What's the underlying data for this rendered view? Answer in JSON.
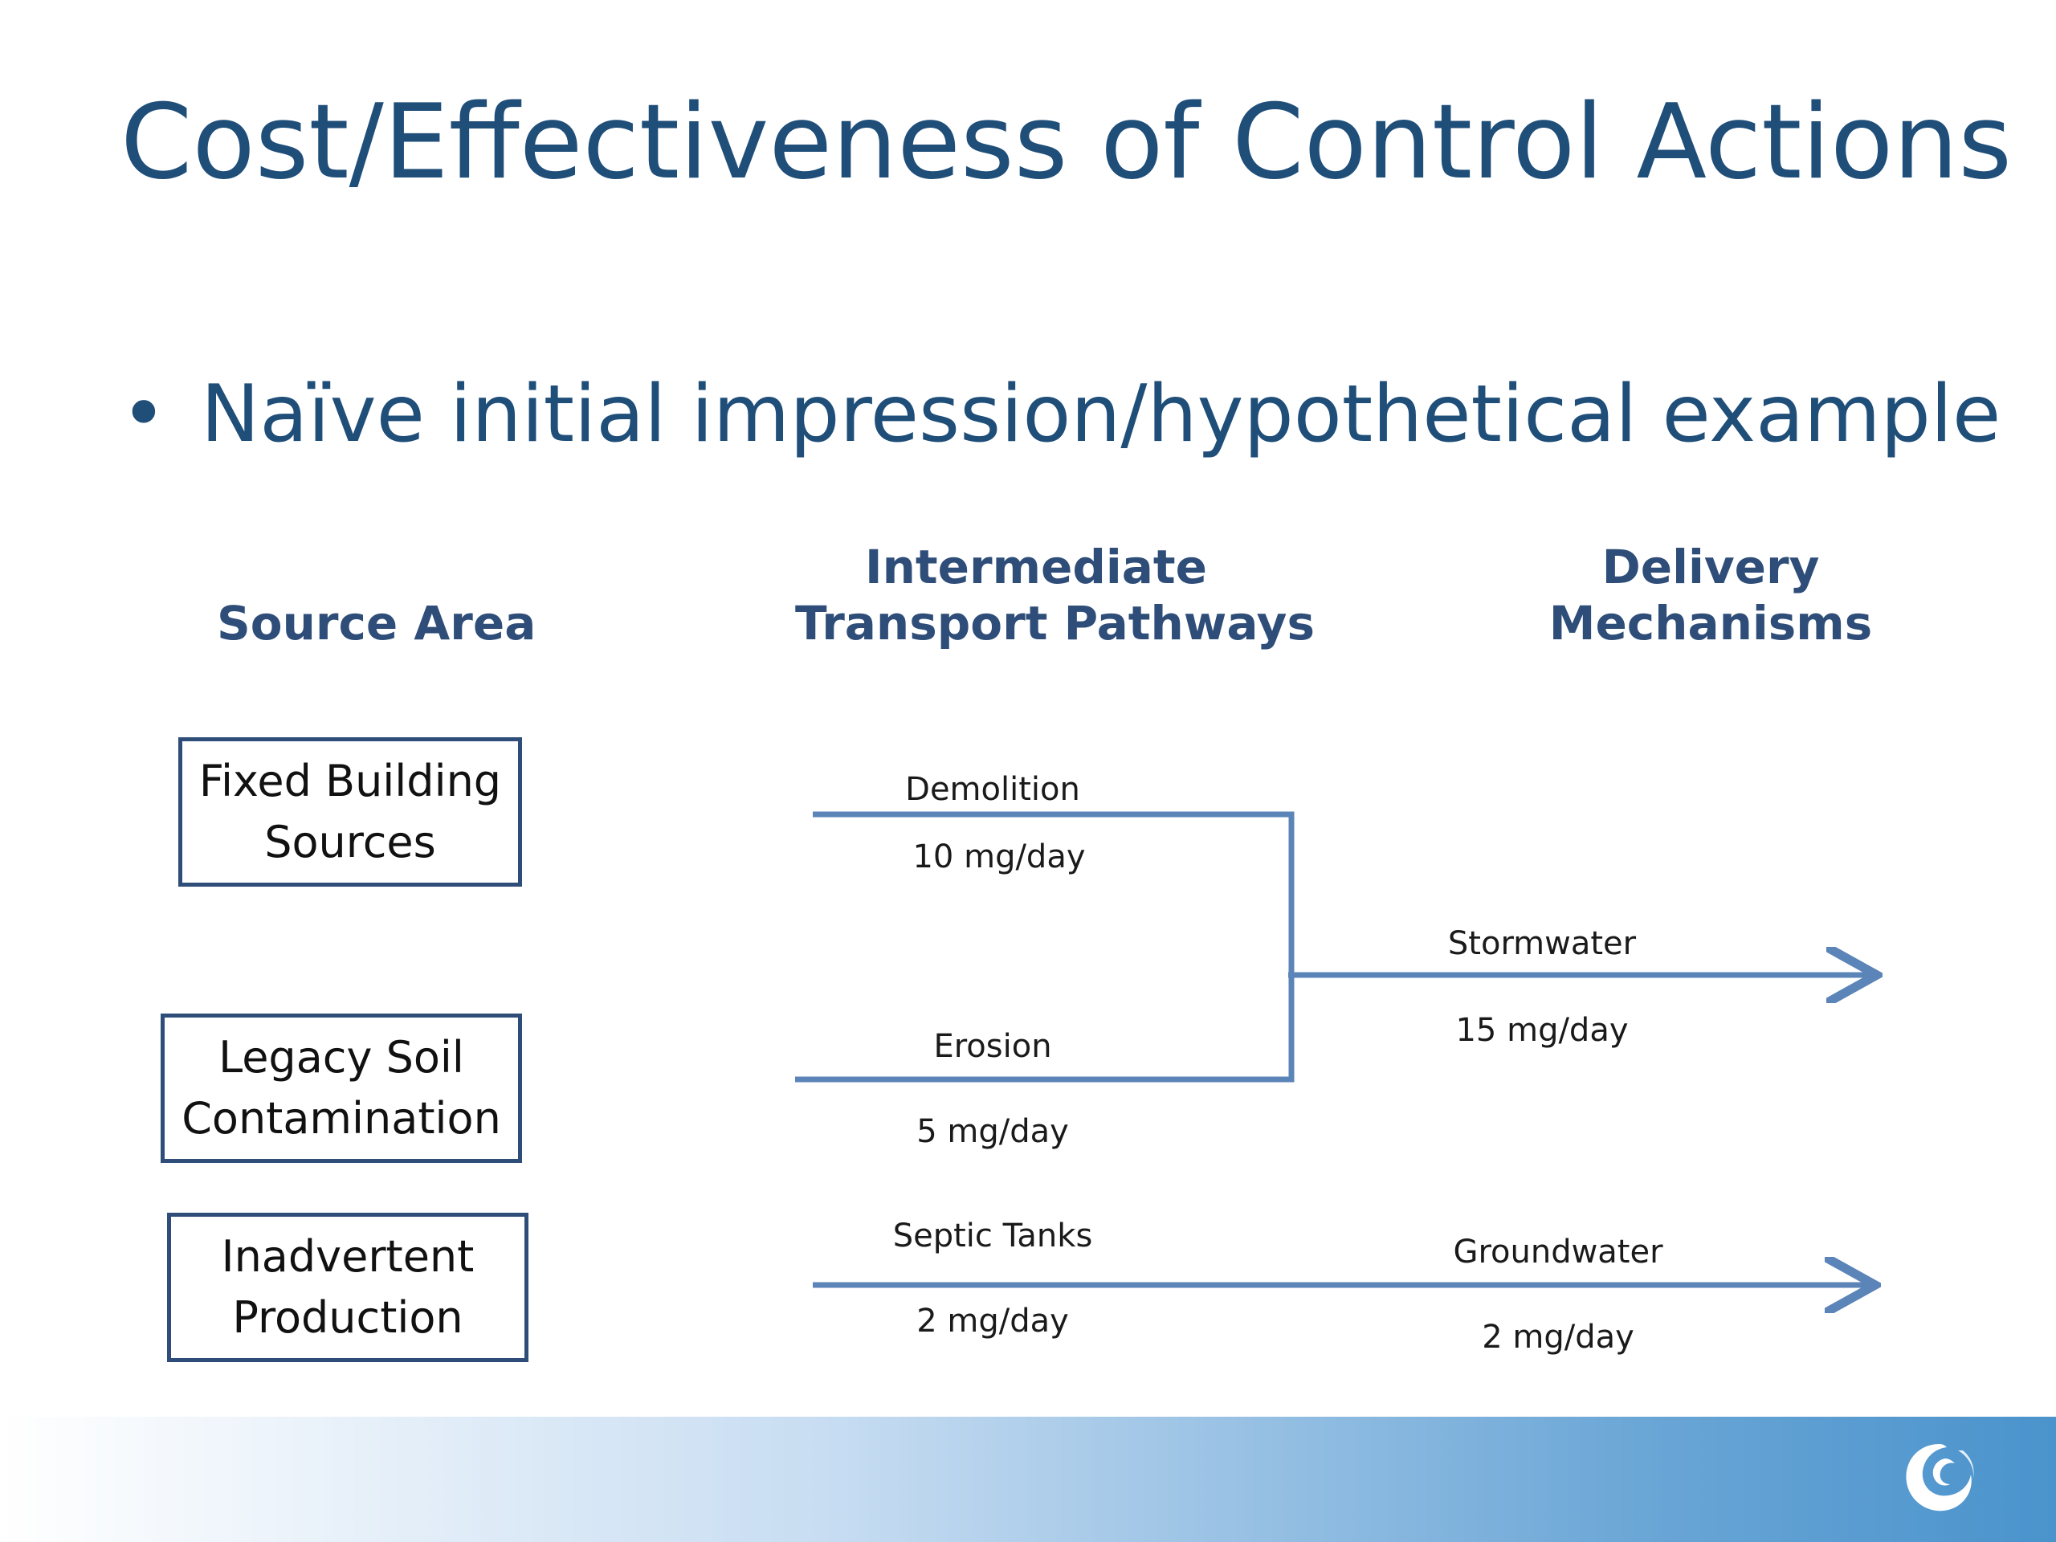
{
  "slide": {
    "title": "Cost/Effectiveness of Control Actions",
    "bullet": "Naïve initial impression/hypothetical example"
  },
  "columns": {
    "source": [
      "Source Area"
    ],
    "intermediate": [
      "Intermediate",
      "Transport Pathways"
    ],
    "delivery": [
      "Delivery",
      "Mechanisms"
    ]
  },
  "sources": [
    {
      "lines": [
        "Fixed Building",
        "Sources"
      ]
    },
    {
      "lines": [
        "Legacy Soil",
        "Contamination"
      ]
    },
    {
      "lines": [
        "Inadvertent",
        "Production"
      ]
    }
  ],
  "pathways": [
    {
      "name": "Demolition",
      "rate": "10 mg/day"
    },
    {
      "name": "Erosion",
      "rate": "5 mg/day"
    },
    {
      "name": "Septic Tanks",
      "rate": "2 mg/day"
    }
  ],
  "delivery": [
    {
      "name": "Stormwater",
      "rate": "15 mg/day"
    },
    {
      "name": "Groundwater",
      "rate": "2 mg/day"
    }
  ],
  "colors": {
    "title": "#1f4e79",
    "header": "#2e4d78",
    "line": "#5b84b8",
    "box_border": "#2e4d78"
  },
  "icons": {
    "logo": "swirl-logo-icon"
  }
}
